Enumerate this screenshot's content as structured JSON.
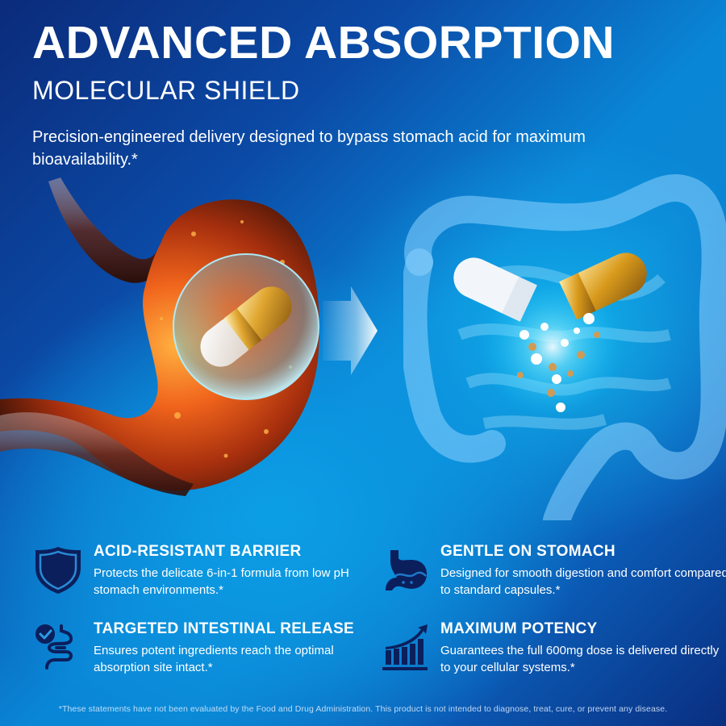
{
  "header": {
    "title": "ADVANCED ABSORPTION",
    "subtitle": "MOLECULAR SHIELD",
    "intro": "Precision-engineered delivery designed to bypass stomach acid for maximum bioavailability.*"
  },
  "illustration": {
    "left": "stomach-with-shielded-capsule",
    "arrow": "arrow-right",
    "right": "intestines-with-opened-capsule-releasing-beads"
  },
  "colors": {
    "bg_dark_navy": "#0b2b7a",
    "bg_bright_blue": "#0a8fdc",
    "icon_navy": "#0b1f5c",
    "capsule_gold": "#d89a1c",
    "acid_orange": "#e2541a",
    "text": "#ffffff"
  },
  "features": [
    {
      "icon": "shield-icon",
      "title": "ACID-RESISTANT BARRIER",
      "description": "Protects the delicate 6-in-1 formula from low pH stomach environments.*"
    },
    {
      "icon": "stomach-icon",
      "title": "GENTLE ON STOMACH",
      "description": "Designed for smooth digestion and comfort compared to standard capsules.*"
    },
    {
      "icon": "intestine-check-icon",
      "title": "TARGETED INTESTINAL RELEASE",
      "description": "Ensures potent ingredients reach the optimal absorption site intact.*"
    },
    {
      "icon": "growth-chart-icon",
      "title": "MAXIMUM POTENCY",
      "description": "Guarantees the full 600mg dose is delivered directly to your cellular systems.*"
    }
  ],
  "disclaimer": "*These statements have not been evaluated by the Food and Drug Administration. This product is not intended to diagnose, treat, cure, or prevent any disease."
}
